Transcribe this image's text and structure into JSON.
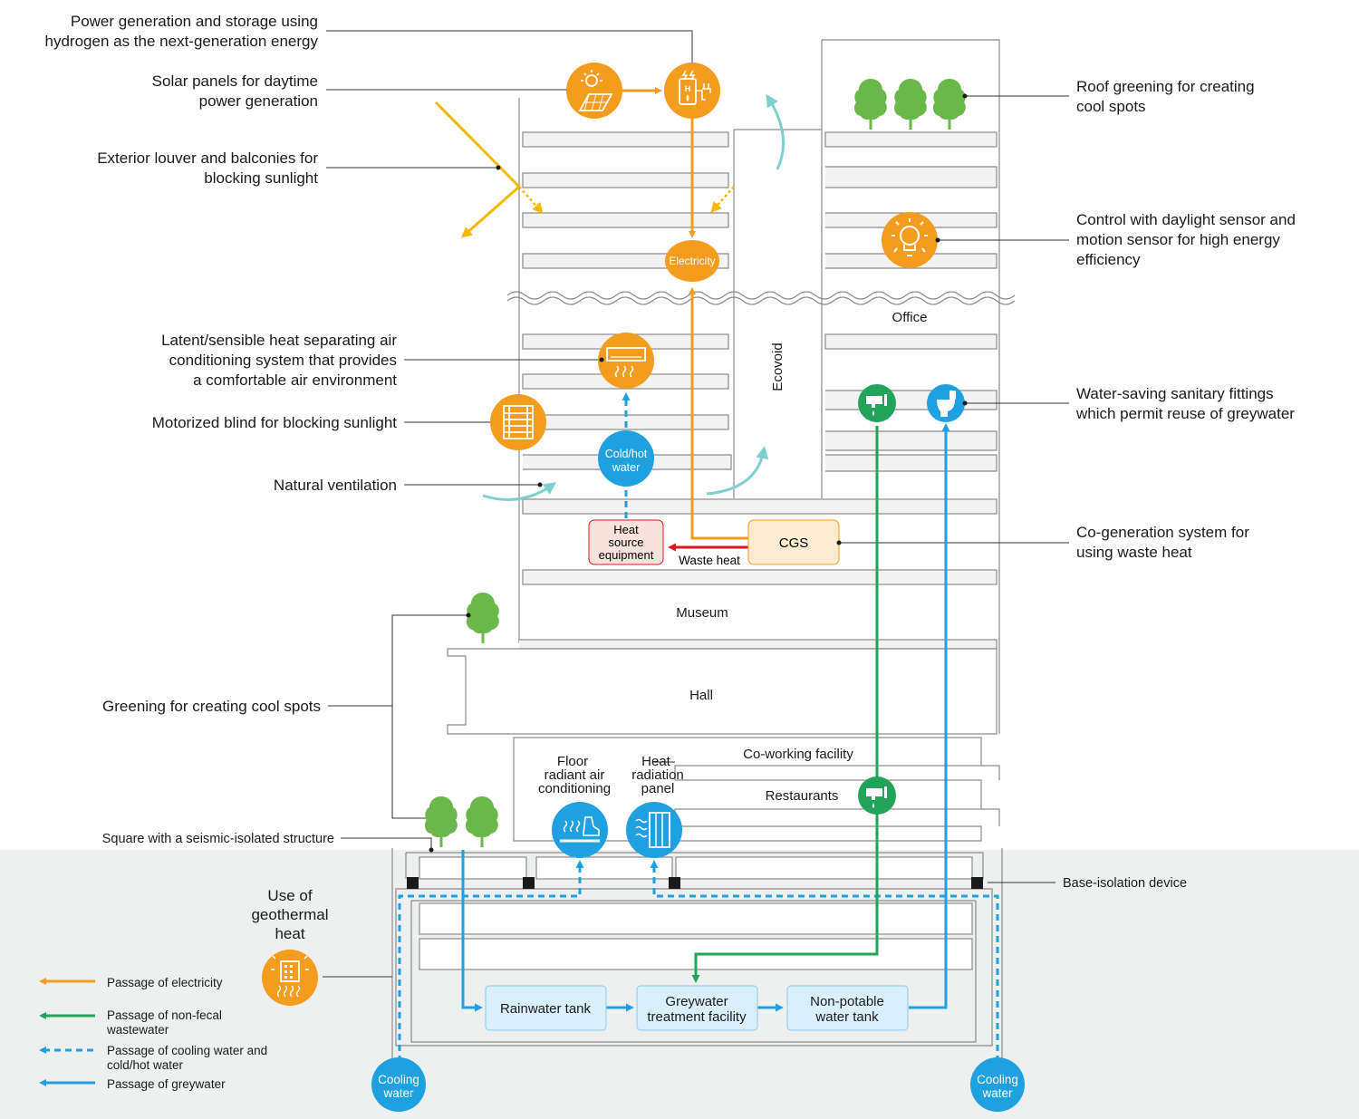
{
  "labels": {
    "hydrogen_1": "Power generation and storage using",
    "hydrogen_2": "hydrogen as the next-generation energy",
    "solar_1": "Solar panels for daytime",
    "solar_2": "power generation",
    "louver_1": "Exterior louver and balconies for",
    "louver_2": "blocking sunlight",
    "latent_1": "Latent/sensible heat separating air",
    "latent_2": "conditioning system that provides",
    "latent_3": "a comfortable air environment",
    "blind": "Motorized blind for blocking sunlight",
    "ventilation": "Natural ventilation",
    "greening": "Greening for creating cool spots",
    "square": "Square with a seismic-isolated structure",
    "geothermal_1": "Use of",
    "geothermal_2": "geothermal",
    "geothermal_3": "heat",
    "roof_1": "Roof greening for creating",
    "roof_2": "cool spots",
    "control_1": "Control with daylight sensor and",
    "control_2": "motion sensor for high energy",
    "control_3": "efficiency",
    "water_1": "Water-saving sanitary fittings",
    "water_2": "which permit reuse of greywater",
    "cgs_1": "Co-generation system for",
    "cgs_2": "using waste heat",
    "base_isolation": "Base-isolation device"
  },
  "rooms": {
    "office": "Office",
    "ecovoid": "Ecovoid",
    "museum": "Museum",
    "hall": "Hall",
    "coworking": "Co-working facility",
    "restaurants": "Restaurants"
  },
  "nodes": {
    "electricity": "Electricity",
    "coldhot_1": "Cold/hot",
    "coldhot_2": "water",
    "heat_source_1": "Heat",
    "heat_source_2": "source",
    "heat_source_3": "equipment",
    "cgs": "CGS",
    "waste_heat": "Waste heat",
    "floor_radiant_1": "Floor",
    "floor_radiant_2": "radiant air",
    "floor_radiant_3": "conditioning",
    "heat_panel_1": "Heat",
    "heat_panel_2": "radiation",
    "heat_panel_3": "panel",
    "rainwater_tank": "Rainwater tank",
    "greywater_1": "Greywater",
    "greywater_2": "treatment facility",
    "nonpotable_1": "Non-potable",
    "nonpotable_2": "water tank",
    "cooling_1": "Cooling",
    "cooling_2": "water"
  },
  "legend": [
    {
      "label": "Passage of electricity",
      "color": "#f39c1e",
      "style": "solid"
    },
    {
      "label_1": "Passage of non-fecal",
      "label_2": "wastewater",
      "color": "#21a35a",
      "style": "solid"
    },
    {
      "label_1": "Passage of cooling water and",
      "label_2": "cold/hot water",
      "color": "#1fa0e0",
      "style": "dashed"
    },
    {
      "label": "Passage of greywater",
      "color": "#1fa0e0",
      "style": "solid"
    }
  ],
  "colors": {
    "electricity": "#f39c1e",
    "nonfecal": "#21a35a",
    "cooling": "#1fa0e0",
    "greywater": "#1fa0e0",
    "sunlight": "#f5b800",
    "ventilation": "#7ecfd0",
    "waste_heat": "#e0141e",
    "tree": "#6ab74a",
    "ground": "#eef0f0"
  },
  "icons": [
    "solar-panel-icon",
    "hydrogen-charger-icon",
    "light-bulb-icon",
    "tree-icon",
    "air-conditioner-icon",
    "blind-icon",
    "faucet-icon",
    "toilet-icon",
    "floor-heating-icon",
    "radiator-icon",
    "geothermal-building-icon"
  ]
}
